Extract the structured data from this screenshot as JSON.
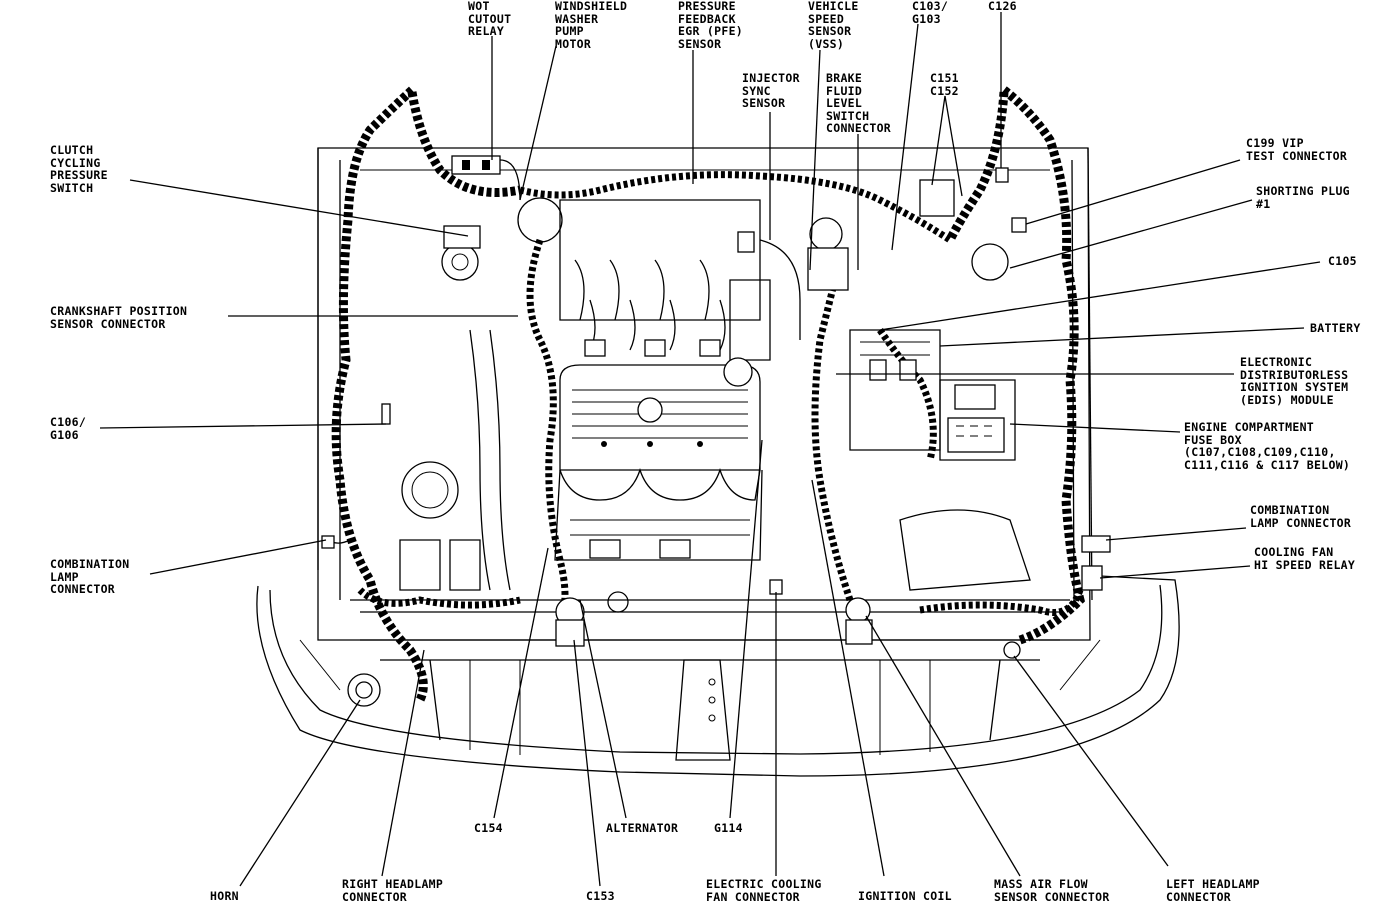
{
  "labels": {
    "wot_cutout_relay": "WOT\nCUTOUT\nRELAY",
    "windshield_washer_pump_motor": "WINDSHIELD\nWASHER\nPUMP\nMOTOR",
    "pfe_sensor": "PRESSURE\nFEEDBACK\nEGR (PFE)\nSENSOR",
    "vss": "VEHICLE\nSPEED\nSENSOR\n(VSS)",
    "c103_g103": "C103/\nG103",
    "c126": "C126",
    "injector_sync_sensor": "INJECTOR\nSYNC\nSENSOR",
    "brake_fluid_switch": "BRAKE\nFLUID\nLEVEL\nSWITCH\nCONNECTOR",
    "c151_c152": "C151\nC152",
    "clutch_cycling_pressure_switch": "CLUTCH\nCYCLING\nPRESSURE\nSWITCH",
    "c199_vip": "C199 VIP\nTEST CONNECTOR",
    "shorting_plug": "SHORTING PLUG\n#1",
    "c105": "C105",
    "crankshaft_position_sensor": "CRANKSHAFT POSITION\nSENSOR CONNECTOR",
    "battery": "BATTERY",
    "edis_module": "ELECTRONIC\nDISTRIBUTORLESS\nIGNITION SYSTEM\n(EDIS) MODULE",
    "c106_g106": "C106/\nG106",
    "fuse_box": "ENGINE COMPARTMENT\nFUSE BOX\n(C107,C108,C109,C110,\nC111,C116 & C117 BELOW)",
    "combination_lamp_right": "COMBINATION\nLAMP CONNECTOR",
    "cooling_fan_relay": "COOLING FAN\nHI SPEED RELAY",
    "combination_lamp_left": "COMBINATION\nLAMP\nCONNECTOR",
    "c154": "C154",
    "alternator": "ALTERNATOR",
    "g114": "G114",
    "horn": "HORN",
    "right_headlamp": "RIGHT HEADLAMP\nCONNECTOR",
    "c153": "C153",
    "electric_cooling_fan": "ELECTRIC COOLING\nFAN CONNECTOR",
    "ignition_coil": "IGNITION COIL",
    "mass_air_flow": "MASS AIR FLOW\nSENSOR CONNECTOR",
    "left_headlamp": "LEFT HEADLAMP\nCONNECTOR"
  }
}
